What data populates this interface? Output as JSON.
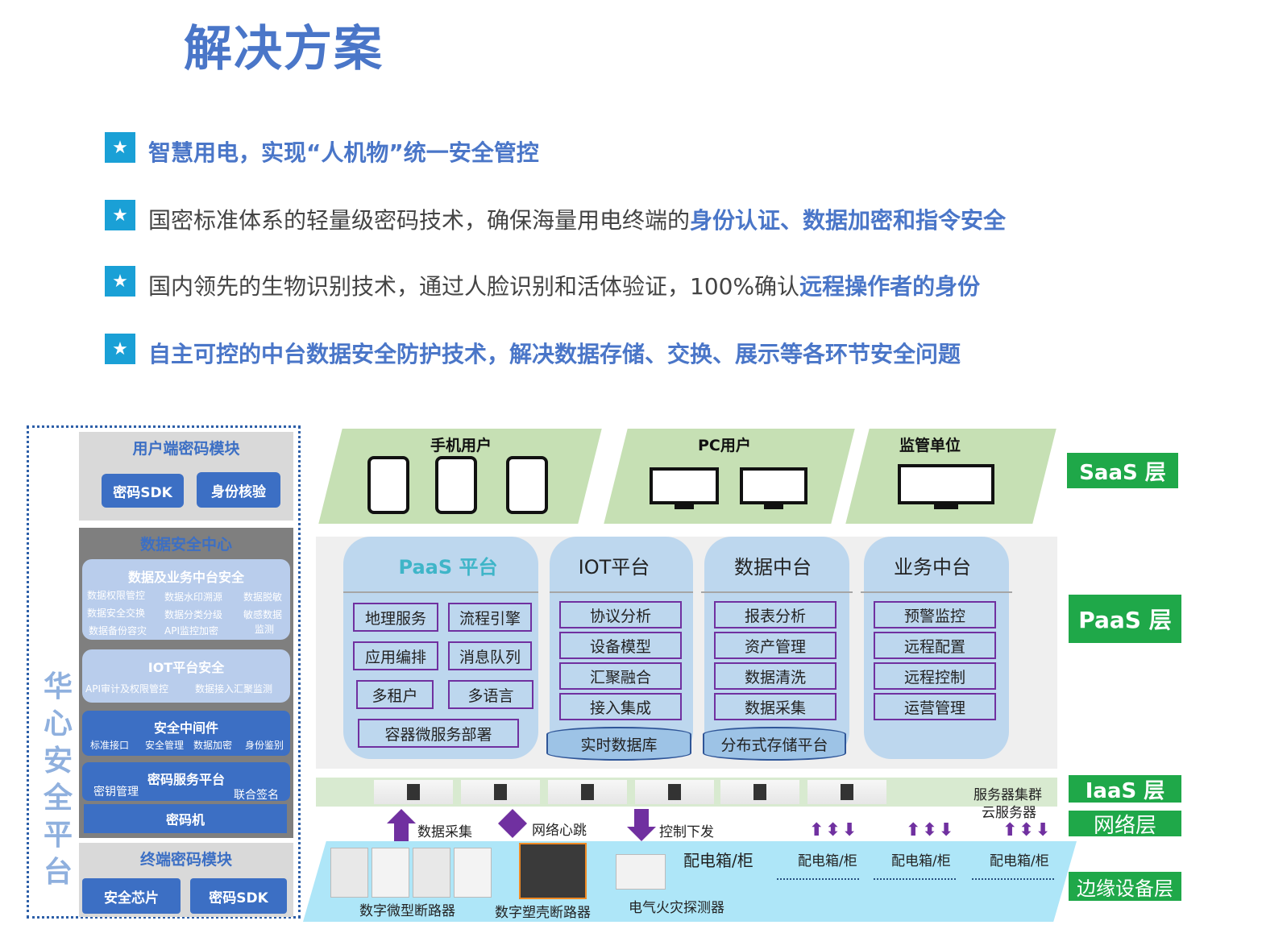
{
  "title": "解决方案",
  "bullets": [
    {
      "segments": [
        {
          "text": "智慧用电，实现“人机物”统一安全管控",
          "hl": true
        }
      ]
    },
    {
      "segments": [
        {
          "text": "国密标准体系的轻量级密码技术，确保海量用电终端的",
          "hl": false
        },
        {
          "text": "身份认证、数据加密和指令安全",
          "hl": true
        }
      ]
    },
    {
      "segments": [
        {
          "text": "国内领先的生物识别技术，通过人脸识别和活体验证，100%确认",
          "hl": false
        },
        {
          "text": "远程操作者的身份",
          "hl": true
        }
      ]
    },
    {
      "segments": [
        {
          "text": "自主可控的中台数据安全防护技术，解决数据存储、交换、展示等各环节安全问题",
          "hl": true
        }
      ]
    }
  ],
  "left": {
    "platform_name": "华心安全平台",
    "user_module": {
      "title": "用户端密码模块",
      "btn1": "密码SDK",
      "btn2": "身份核验"
    },
    "data_center": {
      "title": "数据安全中心",
      "biz": {
        "title": "数据及业务中台安全",
        "items": [
          "数据权限管控",
          "数据水印溯源",
          "数据脱敏",
          "数据安全交换",
          "数据分类分级",
          "敏感数据",
          "数据备份容灾",
          "API监控加密",
          "监测"
        ]
      },
      "iot": {
        "title": "IOT平台安全",
        "items": [
          "API审计及权限管控",
          "数据接入汇聚监测"
        ]
      },
      "middleware": {
        "title": "安全中间件",
        "items": [
          "标准接口",
          "安全管理",
          "数据加密",
          "身份鉴别"
        ]
      },
      "crypto": {
        "title": "密码服务平台",
        "left": "密钥管理",
        "right": "联合签名"
      },
      "machine": "密码机"
    },
    "terminal": {
      "title": "终端密码模块",
      "btn1": "安全芯片",
      "btn2": "密码SDK"
    }
  },
  "saas": {
    "mobile": "手机用户",
    "pc": "PC用户",
    "reg": "监管单位"
  },
  "layers": {
    "saas": "SaaS 层",
    "paas": "PaaS 层",
    "iaas": "IaaS 层",
    "net": "网络层",
    "edge": "边缘设备层"
  },
  "paas_cols": {
    "platform": {
      "title": "PaaS 平台",
      "items": [
        "地理服务",
        "流程引擎",
        "应用编排",
        "消息队列",
        "多租户",
        "多语言",
        "容器微服务部署"
      ]
    },
    "iot": {
      "title": "IOT平台",
      "items": [
        "协议分析",
        "设备模型",
        "汇聚融合",
        "接入集成"
      ],
      "db": "实时数据库"
    },
    "data": {
      "title": "数据中台",
      "items": [
        "报表分析",
        "资产管理",
        "数据清洗",
        "数据采集"
      ],
      "db": "分布式存储平台"
    },
    "biz": {
      "title": "业务中台",
      "items": [
        "预警监控",
        "远程配置",
        "远程控制",
        "运营管理"
      ]
    }
  },
  "iaas": {
    "cluster": "服务器集群",
    "cloud": "云服务器"
  },
  "net": {
    "collect": "数据采集",
    "heartbeat": "网络心跳",
    "control": "控制下发"
  },
  "edge": {
    "box_main": "配电箱/柜",
    "box": "配电箱/柜",
    "mcb": "数字微型断路器",
    "mccb": "数字塑壳断路器",
    "fire": "电气火灾探测器"
  },
  "colors": {
    "blue": "#4a76c8",
    "green": "#1fa849",
    "purple": "#7030a0",
    "light_green": "#c6e0b4",
    "light_blue": "#bdd7ee"
  }
}
